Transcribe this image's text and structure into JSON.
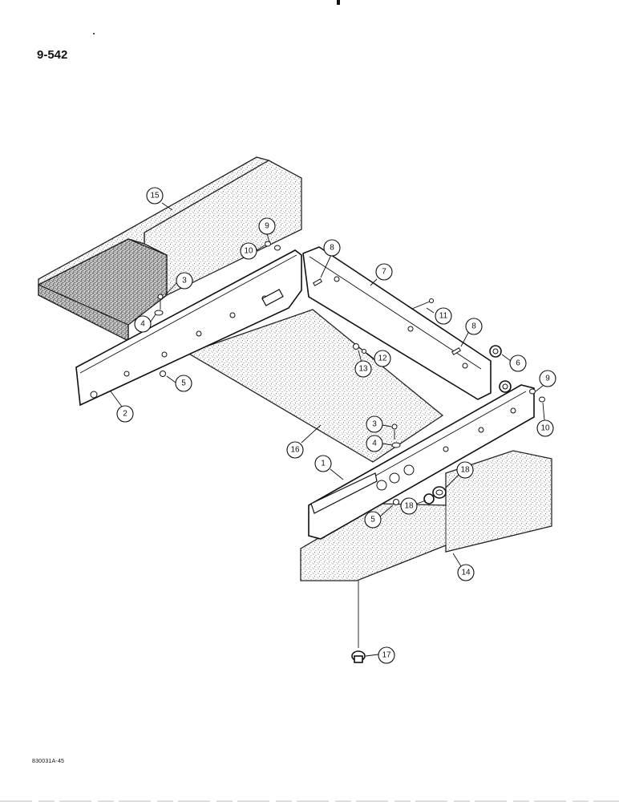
{
  "page_number": "9-542",
  "figure_code": "830031A-45",
  "callouts": [
    "15",
    "3",
    "4",
    "5",
    "2",
    "9",
    "10",
    "8",
    "7",
    "11",
    "8",
    "6",
    "12",
    "13",
    "9",
    "10",
    "16",
    "3",
    "4",
    "1",
    "18",
    "18",
    "5",
    "14",
    "17"
  ],
  "colors": {
    "ink": "#111111",
    "paper": "#ffffff",
    "foam_stipple": "#3a3a3a"
  }
}
